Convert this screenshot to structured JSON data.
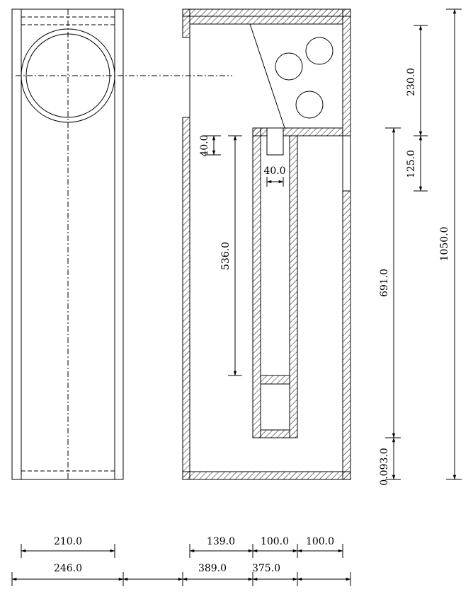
{
  "dimensions": {
    "front_width": "210.0",
    "front_outer_width": "246.0",
    "sec_w1": "139.0",
    "sec_w2": "100.0",
    "sec_w3": "100.0",
    "pos1": "389.0",
    "pos2": "375.0",
    "h_top_chamber": "230.0",
    "h_port_opening": "125.0",
    "h_total": "1050.0",
    "h_inner": "691.0",
    "h_bottom": "0.093.0",
    "h_port_cap": "40.0",
    "w_port_cap": "40.0",
    "h_duct": "536.0"
  }
}
